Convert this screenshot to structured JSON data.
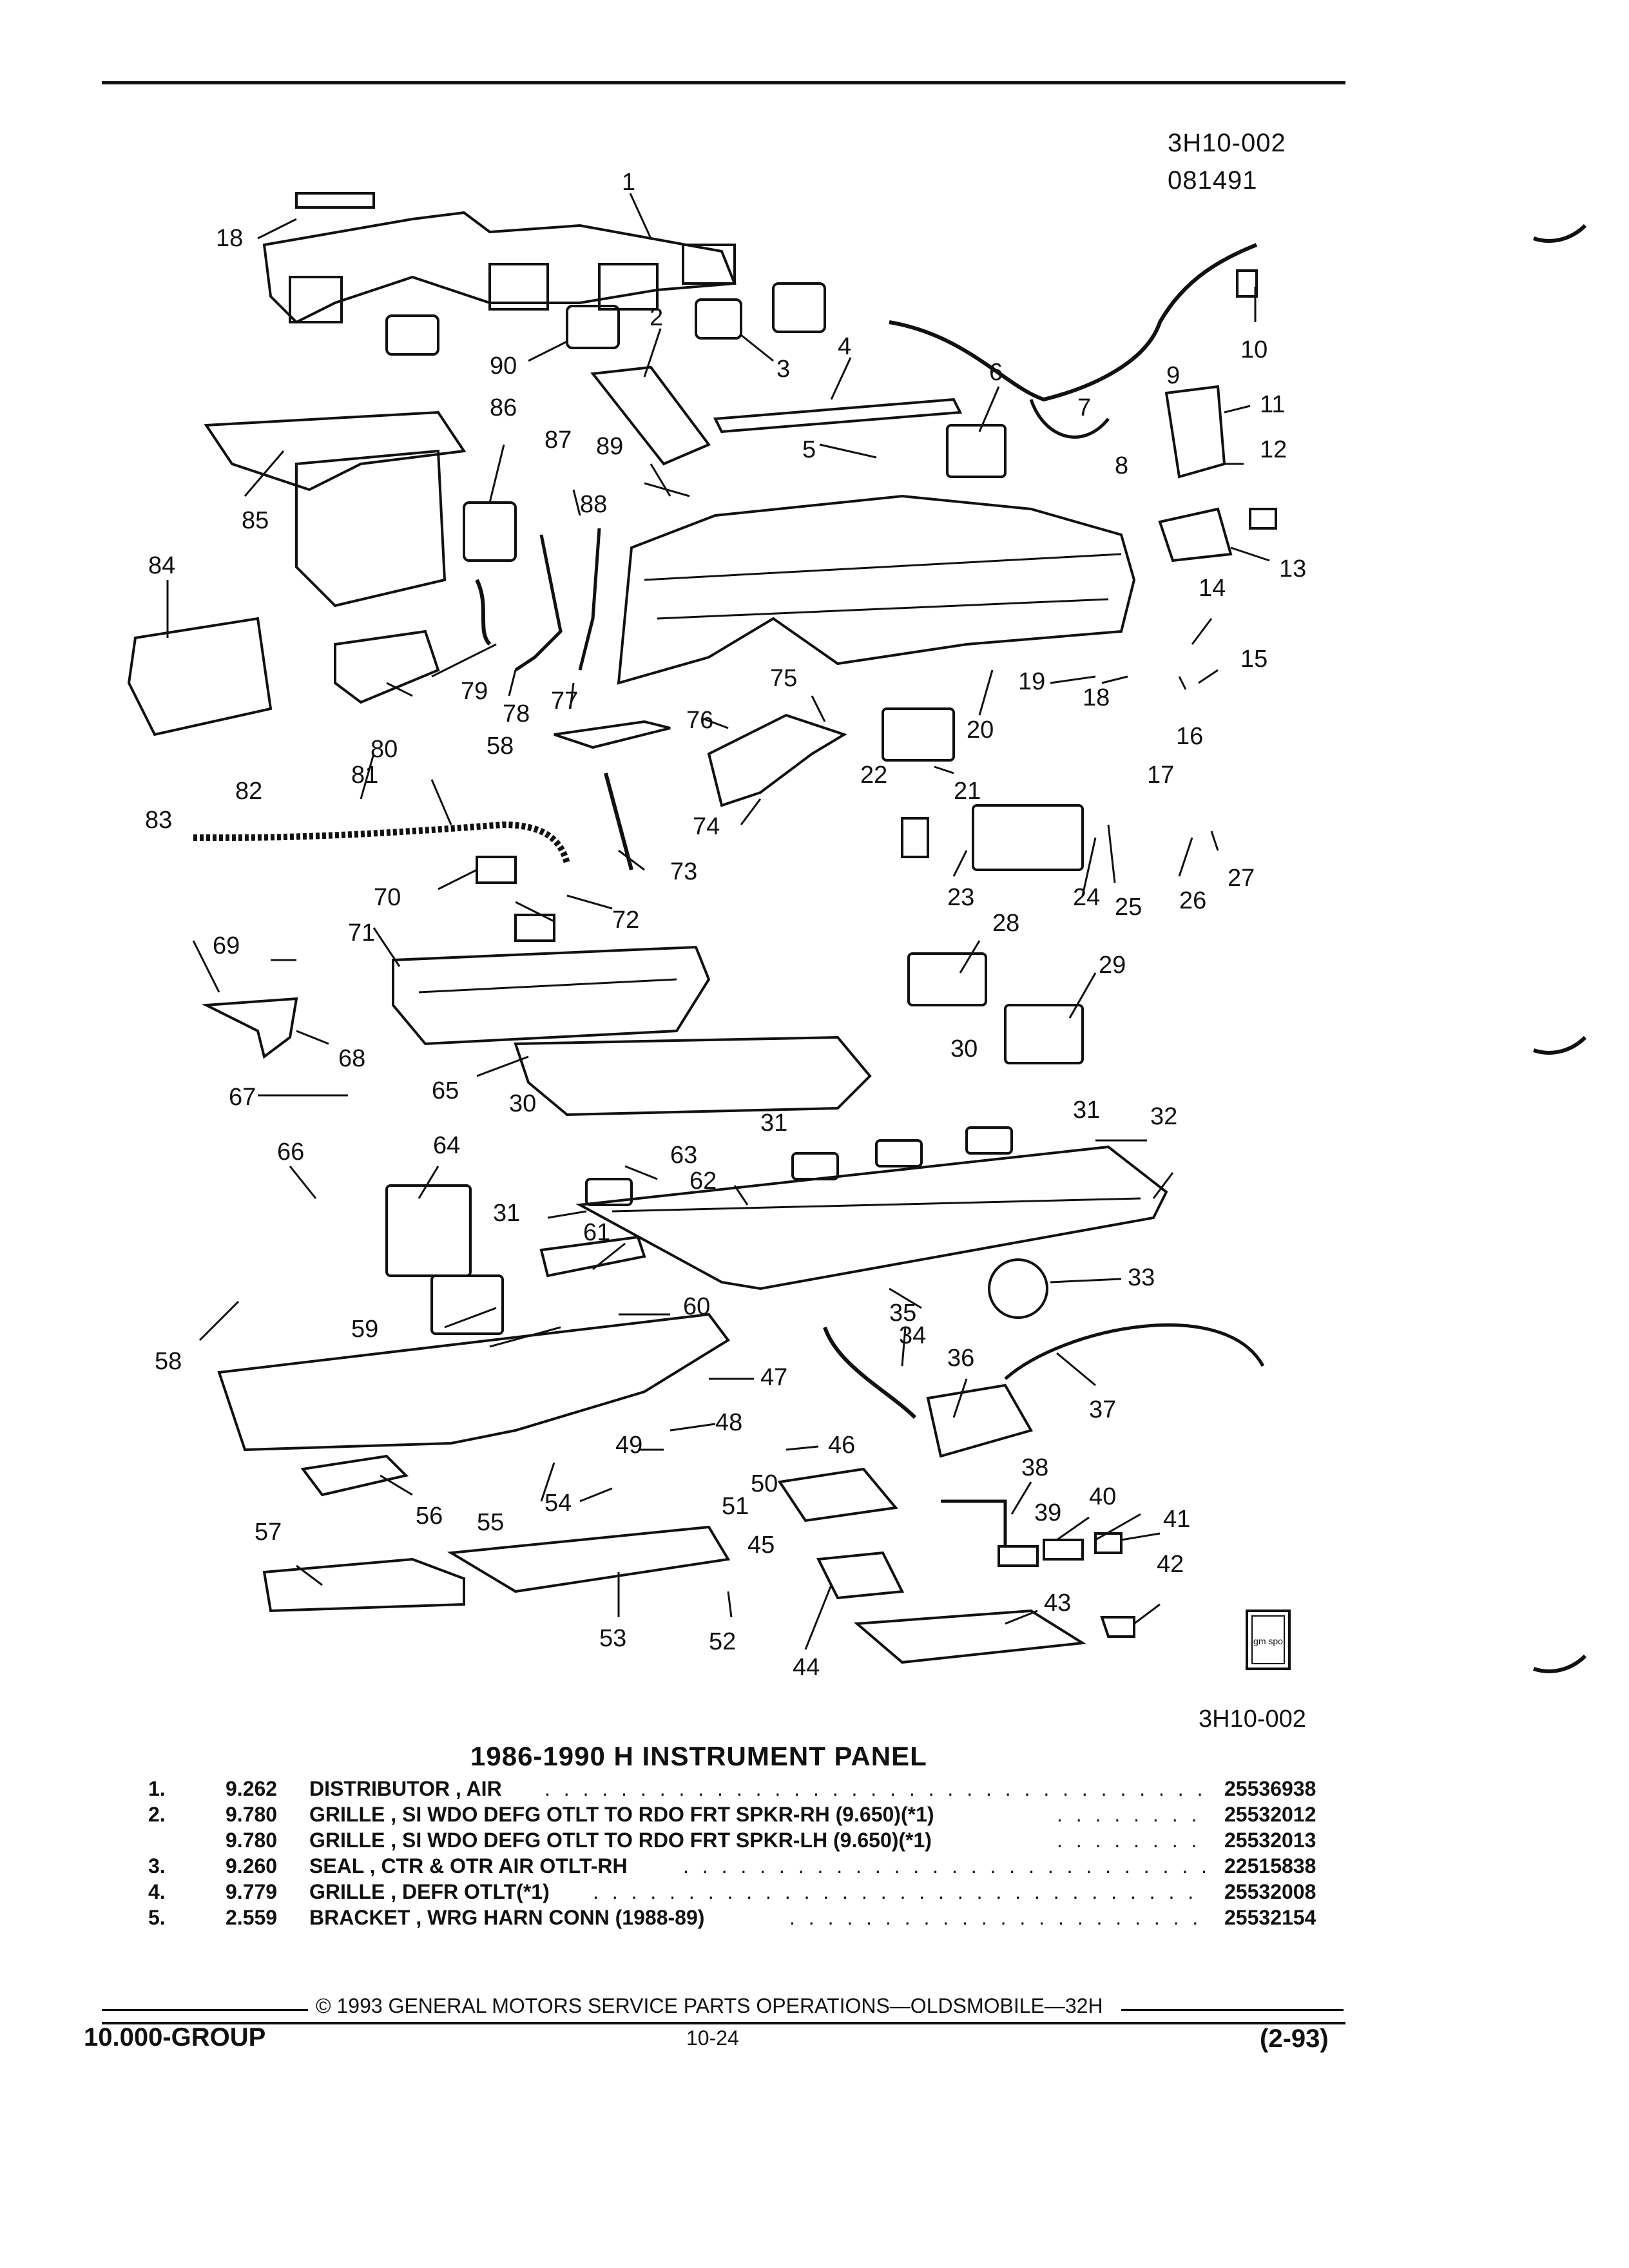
{
  "header": {
    "ref_code": "3H10-002",
    "date_code": "081491"
  },
  "diagram": {
    "bottom_ref": "3H10-002",
    "gm_spo_logo": "gm spo",
    "callouts": [
      "1",
      "2",
      "3",
      "4",
      "5",
      "6",
      "7",
      "8",
      "9",
      "10",
      "11",
      "12",
      "13",
      "14",
      "15",
      "16",
      "17",
      "18",
      "19",
      "20",
      "21",
      "22",
      "23",
      "24",
      "25",
      "26",
      "27",
      "28",
      "29",
      "30",
      "31",
      "32",
      "33",
      "34",
      "35",
      "36",
      "37",
      "38",
      "39",
      "40",
      "41",
      "42",
      "43",
      "44",
      "45",
      "46",
      "47",
      "48",
      "49",
      "50",
      "51",
      "52",
      "53",
      "54",
      "55",
      "56",
      "57",
      "58",
      "59",
      "60",
      "61",
      "62",
      "63",
      "64",
      "65",
      "66",
      "67",
      "68",
      "69",
      "70",
      "71",
      "72",
      "73",
      "74",
      "75",
      "76",
      "77",
      "78",
      "79",
      "80",
      "81",
      "82",
      "83",
      "84",
      "85",
      "86",
      "87",
      "88",
      "89",
      "90"
    ]
  },
  "parts_list": {
    "title": "1986-1990 H INSTRUMENT PANEL",
    "rows": [
      {
        "no": "1.",
        "group": "9.262",
        "desc": "DISTRIBUTOR , AIR",
        "part": "25536938"
      },
      {
        "no": "2.",
        "group": "9.780",
        "desc": "GRILLE , SI WDO DEFG OTLT TO RDO FRT SPKR-RH (9.650)(*1)",
        "part": "25532012"
      },
      {
        "no": "",
        "group": "9.780",
        "desc": "GRILLE , SI WDO DEFG OTLT TO RDO FRT SPKR-LH (9.650)(*1)",
        "part": "25532013"
      },
      {
        "no": "3.",
        "group": "9.260",
        "desc": "SEAL , CTR & OTR AIR OTLT-RH",
        "part": "22515838"
      },
      {
        "no": "4.",
        "group": "9.779",
        "desc": "GRILLE , DEFR OTLT(*1)",
        "part": "25532008"
      },
      {
        "no": "5.",
        "group": "2.559",
        "desc": "BRACKET , WRG HARN CONN (1988-89)",
        "part": "25532154"
      }
    ]
  },
  "footer": {
    "copyright": "© 1993 GENERAL MOTORS SERVICE PARTS OPERATIONS—OLDSMOBILE—32H",
    "group": "10.000-GROUP",
    "page": "10-24",
    "revision": "(2-93)"
  }
}
